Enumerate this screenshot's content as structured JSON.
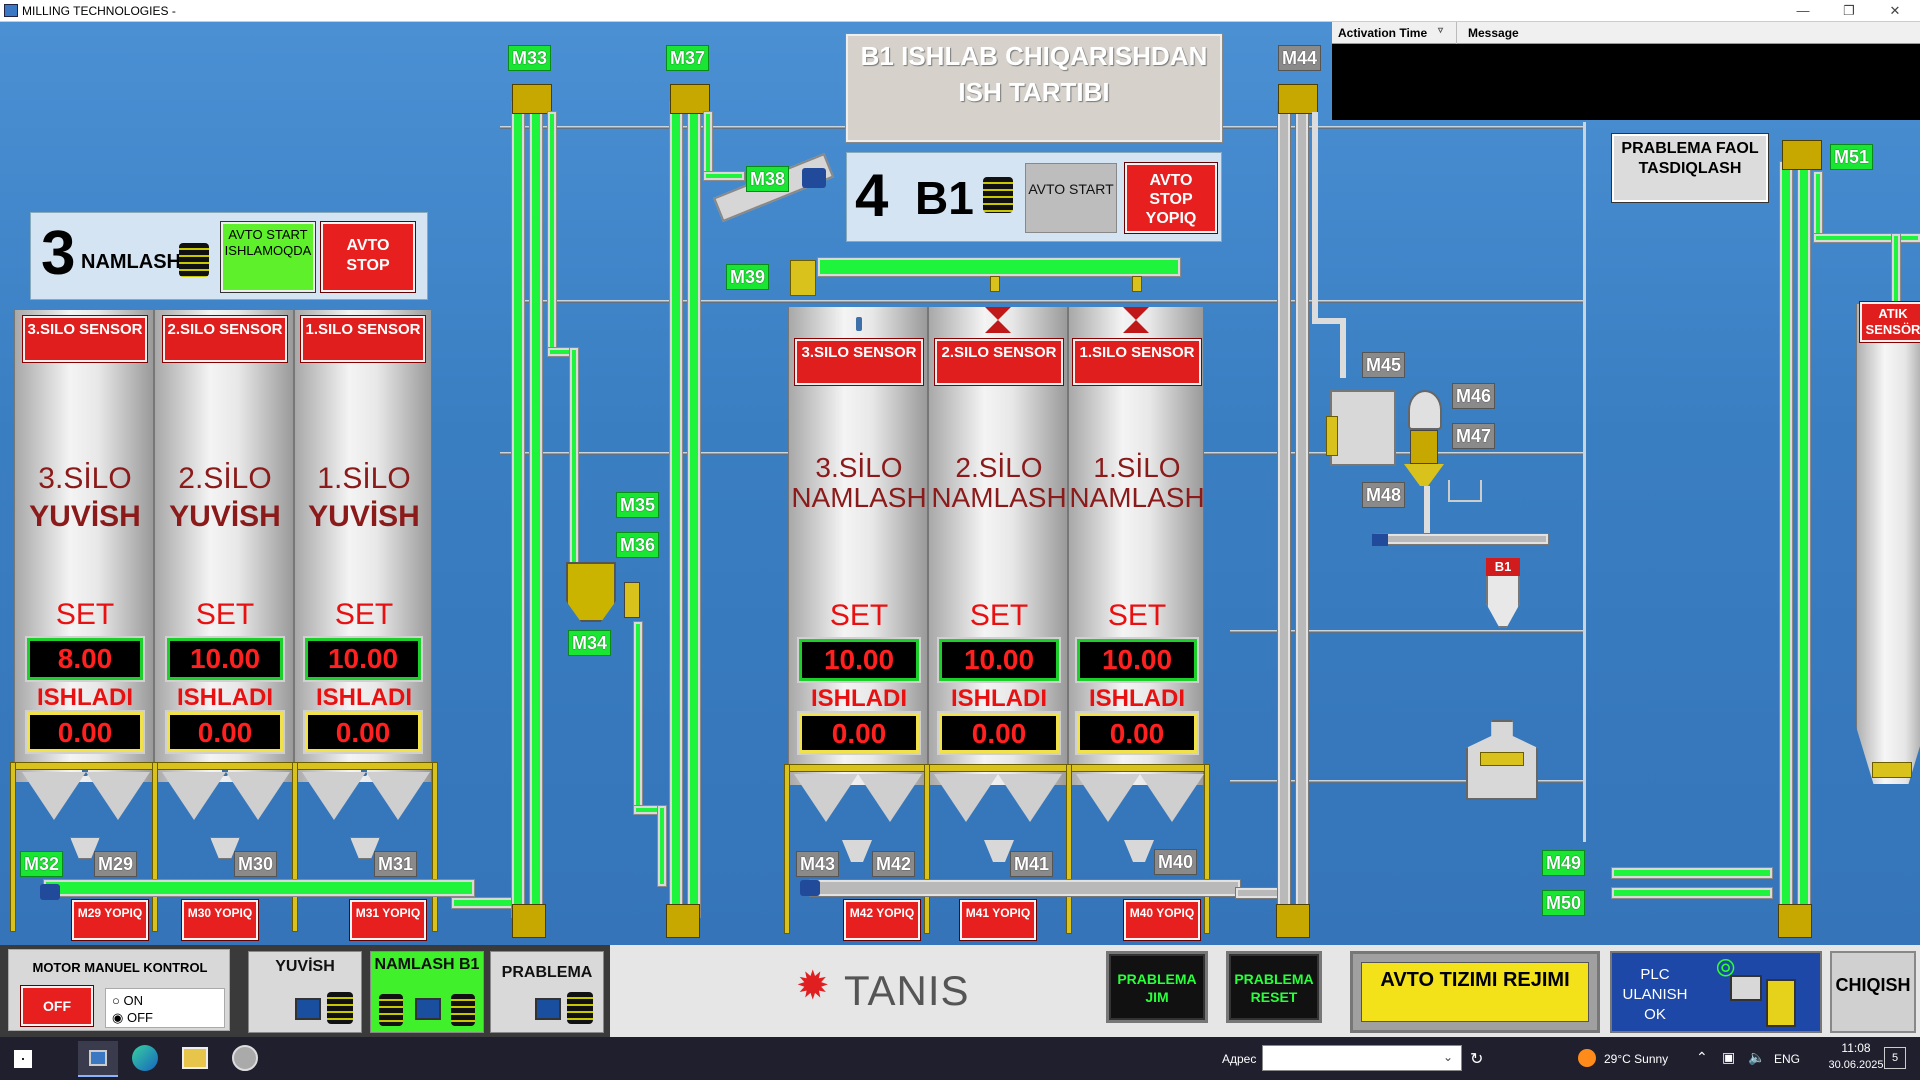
{
  "window": {
    "title": "MILLING TECHNOLOGIES -"
  },
  "alarm": {
    "col_time": "Activation Time",
    "col_message": "Message"
  },
  "header": {
    "title": "B1 ISHLAB CHIQARISHDAN ISH TARTIBI"
  },
  "group3": {
    "num": "3",
    "label": "NAMLASH",
    "start": "AVTO START ISHLAMOQDA",
    "stop": "AVTO STOP"
  },
  "group4": {
    "num": "4",
    "label": "B1",
    "start": "AVTO START",
    "stop": "AVTO STOP YOPIQ"
  },
  "left_silos": [
    {
      "sensor": "3.SILO SENSOR",
      "name": "3.SİLO",
      "sub": "YUVİSH",
      "set_label": "SET",
      "set": "8.00",
      "done_label": "ISHLADI",
      "done": "0.00"
    },
    {
      "sensor": "2.SILO SENSOR",
      "name": "2.SİLO",
      "sub": "YUVİSH",
      "set_label": "SET",
      "set": "10.00",
      "done_label": "ISHLADI",
      "done": "0.00"
    },
    {
      "sensor": "1.SILO SENSOR",
      "name": "1.SİLO",
      "sub": "YUVİSH",
      "set_label": "SET",
      "set": "10.00",
      "done_label": "ISHLADI",
      "done": "0.00"
    }
  ],
  "right_silos": [
    {
      "sensor": "3.SILO SENSOR",
      "name": "3.SİLO",
      "sub": "NAMLASH",
      "set_label": "SET",
      "set": "10.00",
      "done_label": "ISHLADI",
      "done": "0.00"
    },
    {
      "sensor": "2.SILO SENSOR",
      "name": "2.SİLO",
      "sub": "NAMLASH",
      "set_label": "SET",
      "set": "10.00",
      "done_label": "ISHLADI",
      "done": "0.00"
    },
    {
      "sensor": "1.SILO SENSOR",
      "name": "1.SİLO",
      "sub": "NAMLASH",
      "set_label": "SET",
      "set": "10.00",
      "done_label": "ISHLADI",
      "done": "0.00"
    }
  ],
  "motors": {
    "m29": "M29",
    "m30": "M30",
    "m31": "M31",
    "m32": "M32",
    "m33": "M33",
    "m34": "M34",
    "m35": "M35",
    "m36": "M36",
    "m37": "M37",
    "m38": "M38",
    "m39": "M39",
    "m40": "M40",
    "m41": "M41",
    "m42": "M42",
    "m43": "M43",
    "m44": "M44",
    "m45": "M45",
    "m46": "M46",
    "m47": "M47",
    "m48": "M48",
    "m49": "M49",
    "m50": "M50",
    "m51": "M51"
  },
  "gates": {
    "g29": "M29 YOPIQ",
    "g30": "M30 YOPIQ",
    "g31": "M31 YOPIQ",
    "g42": "M42 YOPIQ",
    "g41": "M41 YOPIQ",
    "g40": "M40 YOPIQ"
  },
  "b1_tag": "B1",
  "atik": "ATIK SENSÖR",
  "problem_confirm": "PRABLEMA FAOL TASDIQLASH",
  "bottom": {
    "manual_title": "MOTOR MANUEL KONTROL",
    "manual_off": "OFF",
    "on": "ON",
    "off": "OFF",
    "yuvish": "YUVİSH",
    "namlash": "NAMLASH B1",
    "prablema": "PRABLEMA",
    "logo": "TANIS",
    "prablema_jim": "PRABLEMA JIM",
    "prablema_reset": "PRABLEMA RESET",
    "avto": "AVTO TIZIMI REJIMI",
    "plc": "PLC ULANISH OK",
    "exit": "CHIQISH"
  },
  "taskbar": {
    "address_label": "Адрес",
    "weather": "29°C  Sunny",
    "lang": "ENG",
    "time": "11:08",
    "date": "30.06.2025",
    "notif": "5"
  }
}
